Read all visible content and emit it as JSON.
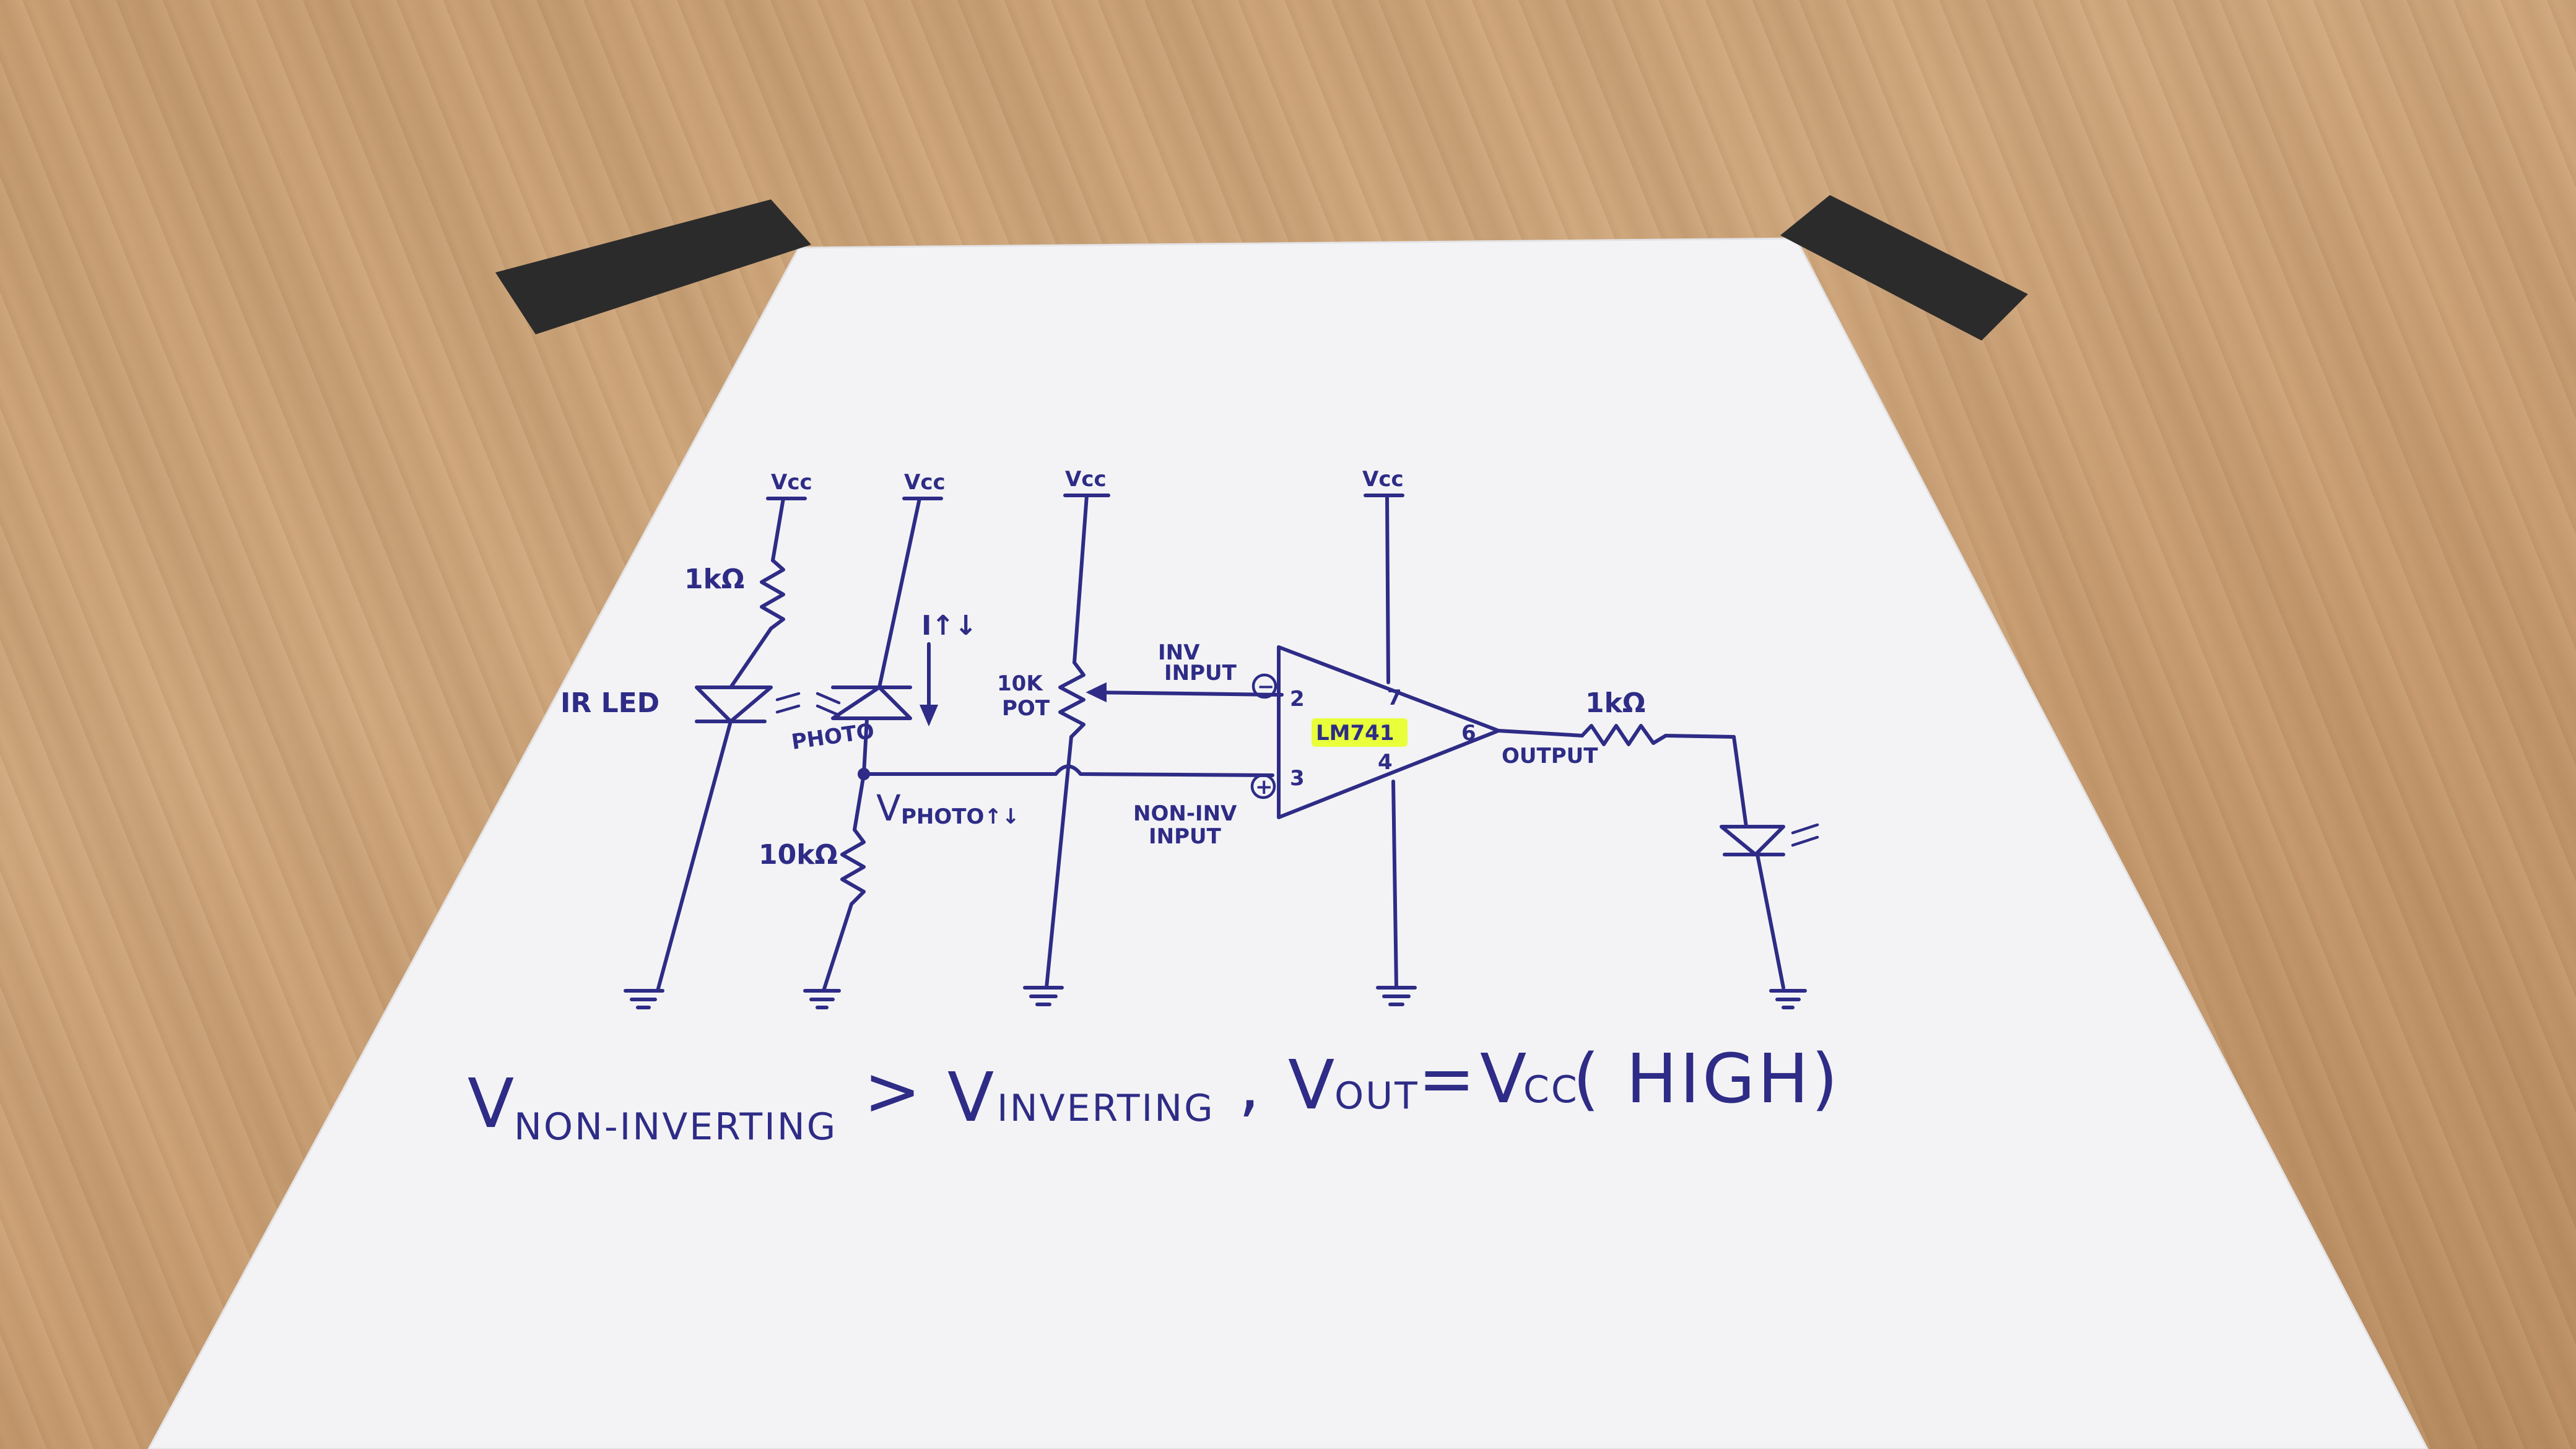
{
  "schematic": {
    "vcc_labels": [
      "Vcc",
      "Vcc",
      "Vcc",
      "Vcc"
    ],
    "ir_resistor": "1kΩ",
    "ir_led": "IR LED",
    "current_note": "I↑↓",
    "photo": "PHOTO",
    "pot_top": "10K",
    "pot_bottom": "POT",
    "photo_resistor": "10kΩ",
    "v_photo_main": "V",
    "v_photo_sub": "PHOTO↑↓",
    "inv_input_line1": "INV",
    "inv_input_line2": "INPUT",
    "noninv_input_line1": "NON-INV",
    "noninv_input_line2": "INPUT",
    "minus_sign": "−",
    "plus_sign": "+",
    "chip": "LM741",
    "chip_highlight": "#e8ff3a",
    "pin2": "2",
    "pin3": "3",
    "pin4": "4",
    "pin6": "6",
    "pin7": "7",
    "output": "OUTPUT",
    "out_resistor": "1kΩ"
  },
  "equation": {
    "v1": "V",
    "v1_sub": "NON-INVERTING",
    "gt": ">",
    "v2": "V",
    "v2_sub": "INVERTING",
    "comma": ",",
    "v3": "V",
    "v3_sub": "OUT",
    "eq": "=",
    "v4": "V",
    "v4_sub": "CC",
    "tail": "( HIGH)"
  },
  "colors": {
    "ink": "#2e2c86",
    "paper": "#f4f4f6",
    "tape": "#2a2a2a",
    "wood": "#c9a074"
  }
}
